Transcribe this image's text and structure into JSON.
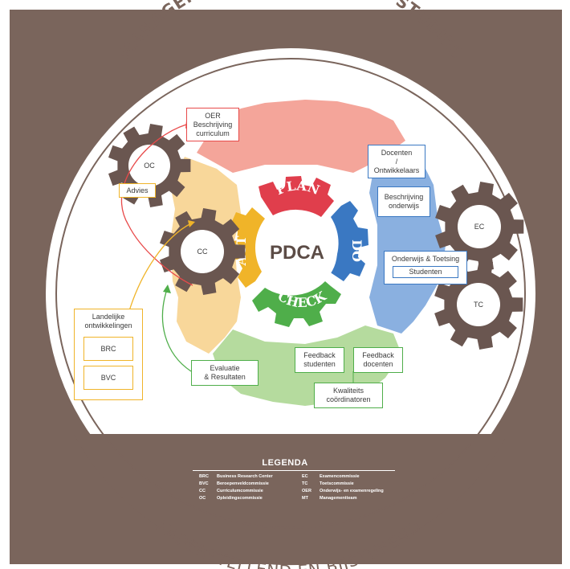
{
  "title_top": "MANAGEMENTTEAM BUSINESS STUDIES",
  "title_bottom": "KADERSTELLEND EN BIJSTUREND",
  "center": "PDCA",
  "cycle": {
    "plan": "PLAN",
    "do": "DO",
    "check": "CHECK",
    "act": "ACT"
  },
  "gears": {
    "oc": "OC",
    "cc": "CC",
    "ec": "EC",
    "tc": "TC"
  },
  "boxes": {
    "oer": [
      "OER",
      "Beschrijving",
      "curriculum"
    ],
    "advies": "Advies",
    "docenten": [
      "Docenten",
      "/",
      "Ontwikkelaars"
    ],
    "beschrijving": [
      "Beschrijving",
      "onderwijs"
    ],
    "onderwijs_toetsing": "Onderwijs & Toetsing",
    "studenten": "Studenten",
    "landelijke": [
      "Landelijke",
      "ontwikkelingen"
    ],
    "brc": "BRC",
    "bvc": "BVC",
    "evaluatie": [
      "Evaluatie",
      "& Resultaten"
    ],
    "feedback_studenten": [
      "Feedback",
      "studenten"
    ],
    "feedback_docenten": [
      "Feedback",
      "docenten"
    ],
    "kwaliteits": [
      "Kwaliteits",
      "coördinatoren"
    ]
  },
  "legend": {
    "title": "LEGENDA",
    "left": [
      {
        "abbr": "BRC",
        "text": "Business Research Center"
      },
      {
        "abbr": "BVC",
        "text": "Beroepenveldcommissie"
      },
      {
        "abbr": "CC",
        "text": "Curriculumcommissie"
      },
      {
        "abbr": "OC",
        "text": "Opleidingscommissie"
      }
    ],
    "right": [
      {
        "abbr": "EC",
        "text": "Examencommissie"
      },
      {
        "abbr": "TC",
        "text": "Toetscommissie"
      },
      {
        "abbr": "OER",
        "text": "Onderwijs- en examenregeling"
      },
      {
        "abbr": "MT",
        "text": "Managementteam"
      }
    ]
  },
  "colors": {
    "brown": "#7a655c",
    "gear_brown": "#6a5650",
    "plan_red": "#e03e4c",
    "do_blue": "#3a78c2",
    "check_green": "#4fae4a",
    "act_yellow": "#f0b429",
    "salmon": "#f4a59a",
    "peach": "#f8d79a",
    "light_blue": "#8ab0e0",
    "light_green": "#b5db9e"
  }
}
